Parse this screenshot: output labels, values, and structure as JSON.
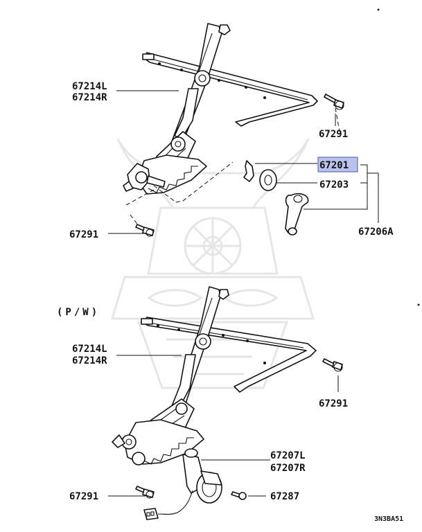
{
  "labels": {
    "regulator_l_1": "67214L",
    "regulator_r_1": "67214R",
    "bolt_top_right": "67291",
    "handle_hl": "67201",
    "spacer": "67203",
    "handle_assy": "67206A",
    "bolt_left_1": "67291",
    "pw_title": "(P/W)",
    "regulator_l_2": "67214L",
    "regulator_r_2": "67214R",
    "bolt_right_2": "67291",
    "motor_l": "67207L",
    "motor_r": "67207R",
    "screw": "67287",
    "bolt_left_2": "67291",
    "diagram_code": "3N3BA51"
  },
  "colors": {
    "highlight_fill": "#b8c2ec",
    "highlight_stroke": "#4b56a8",
    "ink": "#111111",
    "watermark": "#e6e6e6"
  }
}
